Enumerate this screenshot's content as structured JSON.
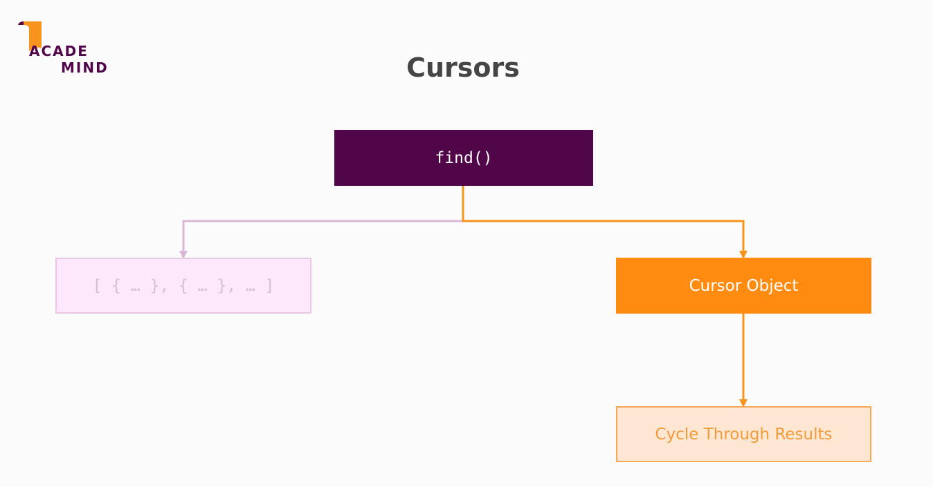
{
  "logo": {
    "line1": "ACADE",
    "line2": "MIND"
  },
  "title": "Cursors",
  "nodes": {
    "find": "find()",
    "array": "[ { … }, { … }, … ]",
    "cursor": "Cursor Object",
    "cycle": "Cycle Through Results"
  },
  "colors": {
    "purple": "#52064a",
    "orange": "#ff8c10",
    "faded_purple": "#d8b6d4",
    "faded_orange_fill": "#fde7d2"
  }
}
